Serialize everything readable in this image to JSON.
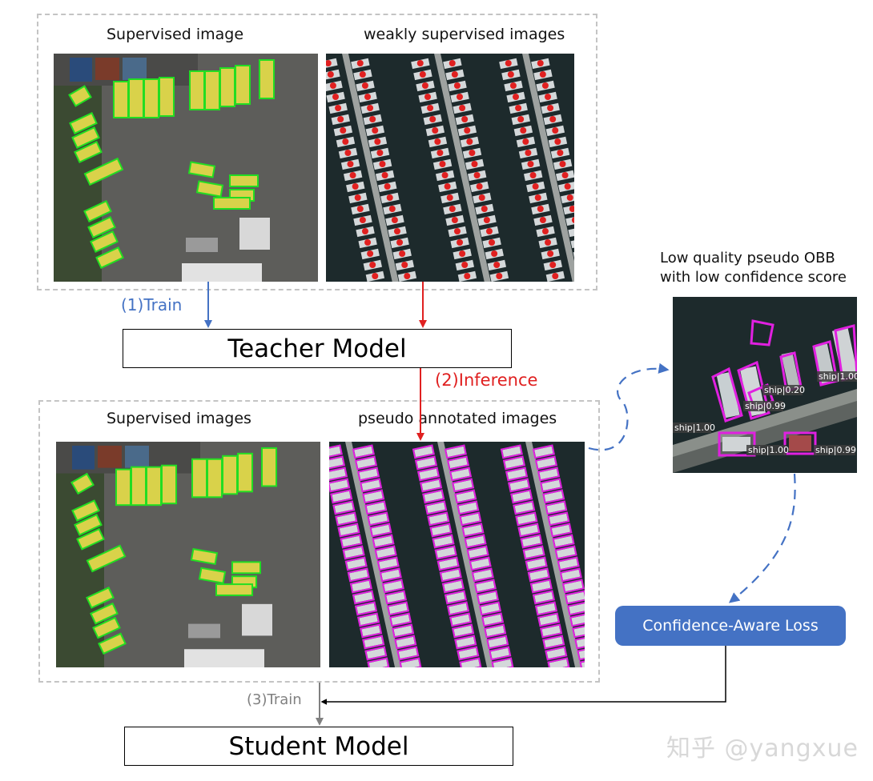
{
  "top_panel": {
    "left_label": "Supervised image",
    "right_label": "weakly supervised images"
  },
  "bottom_panel": {
    "left_label": "Supervised images",
    "right_label": "pseudo annotated images"
  },
  "teacher_model": "Teacher Model",
  "student_model": "Student Model",
  "arrows": {
    "train1": "(1)Train",
    "inference": "(2)Inference",
    "train3": "(3)Train"
  },
  "low_quality": {
    "line1": "Low quality pseudo OBB",
    "line2": "with low confidence score",
    "box_labels": [
      "ship|1.00",
      "ship|0.20",
      "ship|0.99",
      "ship|1.00",
      "ship|1.00",
      "ship|0.99"
    ]
  },
  "loss_box": "Confidence-Aware Loss",
  "watermark": "知乎 @yangxue",
  "colors": {
    "train_blue": "#4472c4",
    "inference_red": "#e02020",
    "train_gray": "#808080",
    "pseudo_box": "#e020e0",
    "supervised_box": "#22dd22"
  }
}
